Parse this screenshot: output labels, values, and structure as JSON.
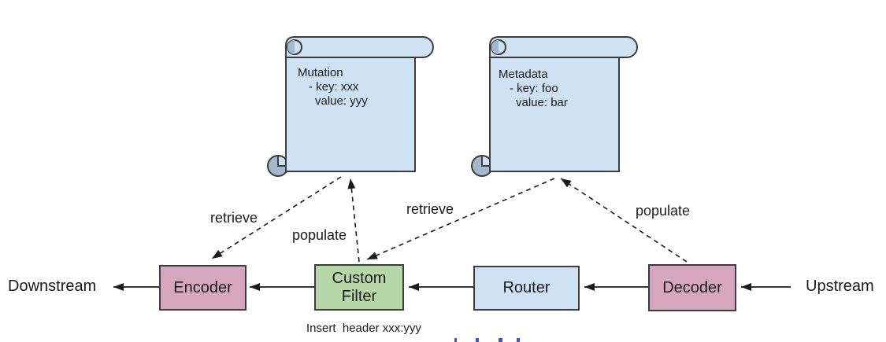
{
  "colors": {
    "node_pink": "#d5a6bd",
    "node_green": "#b6d7a8",
    "node_blue": "#cfe2f3",
    "scroll_fill": "#cfe2f3",
    "scroll_shade": "#a3b8cc",
    "outline": "#3c3c3c",
    "line": "#1a1a1a",
    "clipped_fragment": "#4356c0"
  },
  "endpoints": {
    "downstream": "Downstream",
    "upstream": "Upstream"
  },
  "nodes": {
    "encoder": {
      "label": "Encoder"
    },
    "custom_filter": {
      "label_line1": "Custom",
      "label_line2": "Filter"
    },
    "router": {
      "label": "Router"
    },
    "decoder": {
      "label": "Decoder"
    }
  },
  "scrolls": {
    "mutation": {
      "title": "Mutation",
      "line1": "- key: xxx",
      "line2": "value: yyy"
    },
    "metadata": {
      "title": "Metadata",
      "line1": "- key: foo",
      "line2": "value: bar"
    }
  },
  "arrow_labels": {
    "retrieve_mutation_to_encoder": "retrieve",
    "populate_filter_to_mutation": "populate",
    "retrieve_metadata_to_filter": "retrieve",
    "populate_decoder_to_metadata": "populate"
  },
  "note": "Insert  header xxx:yyy"
}
